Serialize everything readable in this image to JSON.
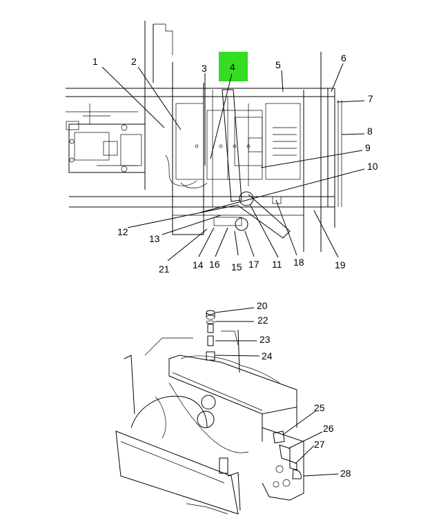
{
  "highlight_color": "#33dd22",
  "callouts": {
    "c1": "1",
    "c2": "2",
    "c3": "3",
    "c4": "4",
    "c5": "5",
    "c6": "6",
    "c7": "7",
    "c8": "8",
    "c9": "9",
    "c10": "10",
    "c11": "11",
    "c12": "12",
    "c13": "13",
    "c14": "14",
    "c15": "15",
    "c16": "16",
    "c17": "17",
    "c18": "18",
    "c19": "19",
    "c20": "20",
    "c21": "21",
    "c22": "22",
    "c23": "23",
    "c24": "24",
    "c25": "25",
    "c26": "26",
    "c27": "27",
    "c28": "28"
  },
  "highlighted_callout": "4"
}
